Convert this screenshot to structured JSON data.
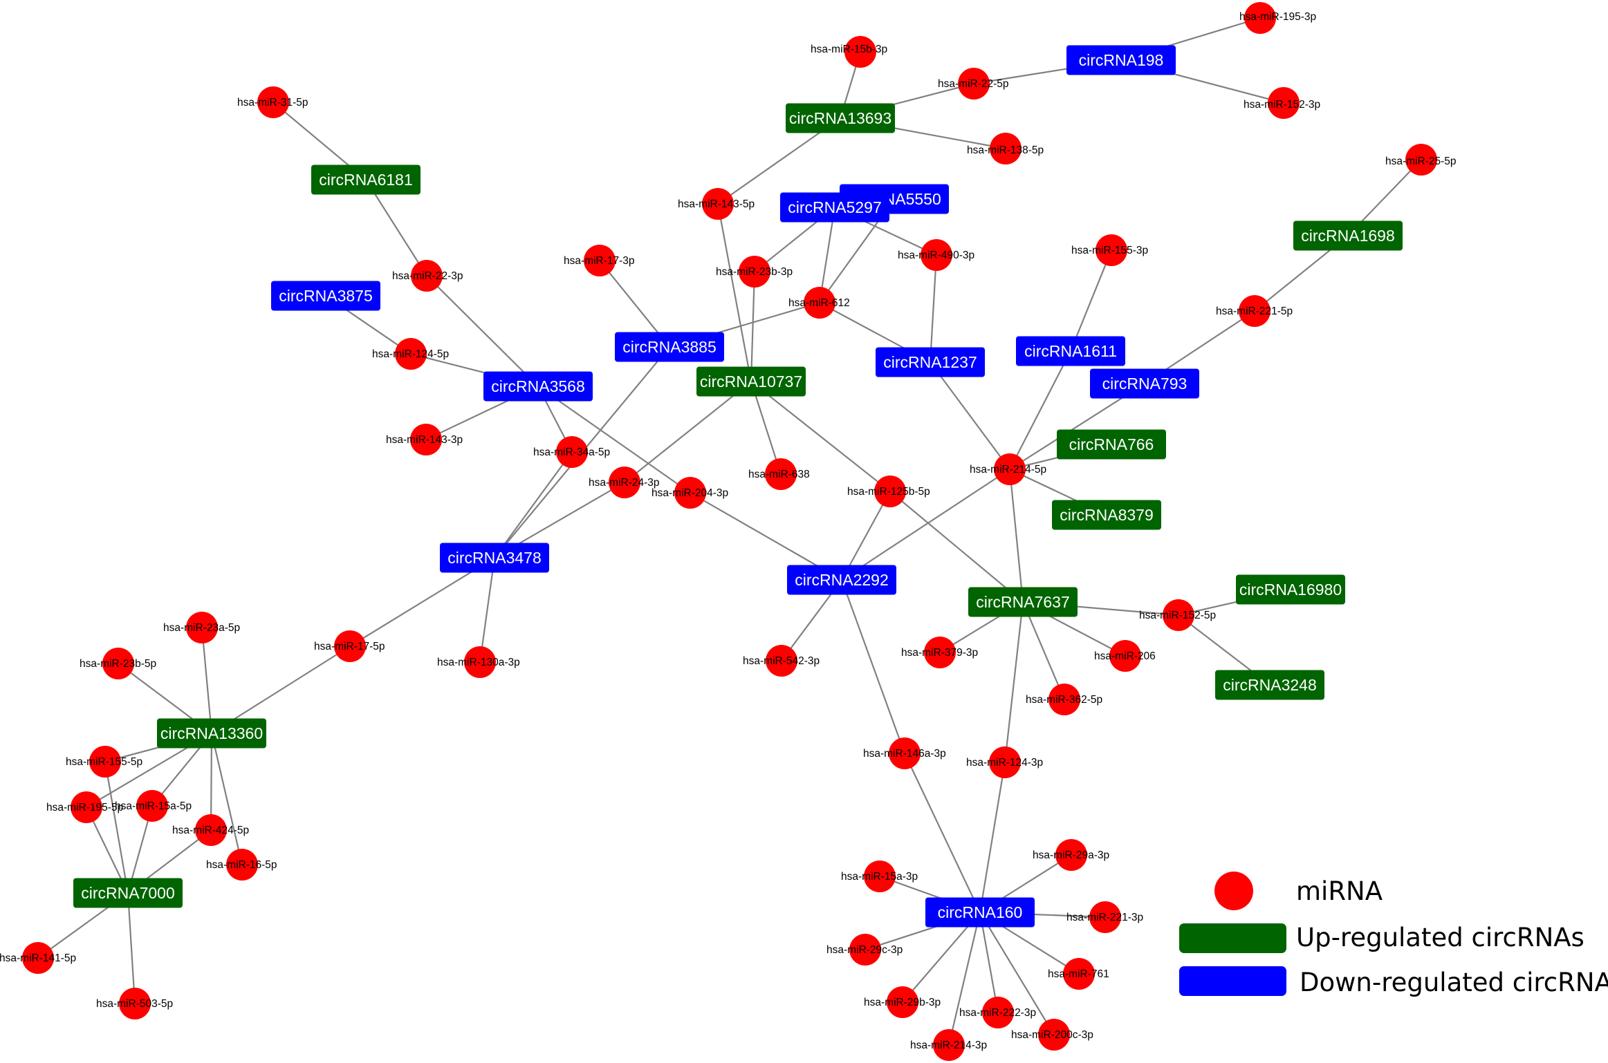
{
  "colors": {
    "mirna": "#ff0000",
    "up_regulated": "#006400",
    "down_regulated": "#0000ff",
    "edge": "#808080"
  },
  "legend": {
    "mirna": "miRNA",
    "up": "Up-regulated circRNAs",
    "down": "Down-regulated circRNAs"
  },
  "circrnas": [
    {
      "id": "c5550",
      "label": "circRNA5550",
      "reg": "down"
    },
    {
      "id": "c5297",
      "label": "circRNA5297",
      "reg": "down"
    },
    {
      "id": "c13693",
      "label": "circRNA13693",
      "reg": "up"
    },
    {
      "id": "c198",
      "label": "circRNA198",
      "reg": "down"
    },
    {
      "id": "c6181",
      "label": "circRNA6181",
      "reg": "up"
    },
    {
      "id": "c1698",
      "label": "circRNA1698",
      "reg": "up"
    },
    {
      "id": "c3875",
      "label": "circRNA3875",
      "reg": "down"
    },
    {
      "id": "c3885",
      "label": "circRNA3885",
      "reg": "down"
    },
    {
      "id": "c1611",
      "label": "circRNA1611",
      "reg": "down"
    },
    {
      "id": "c1237",
      "label": "circRNA1237",
      "reg": "down"
    },
    {
      "id": "c10737",
      "label": "circRNA10737",
      "reg": "up"
    },
    {
      "id": "c793",
      "label": "circRNA793",
      "reg": "down"
    },
    {
      "id": "c3568",
      "label": "circRNA3568",
      "reg": "down"
    },
    {
      "id": "c766",
      "label": "circRNA766",
      "reg": "up"
    },
    {
      "id": "c8379",
      "label": "circRNA8379",
      "reg": "up"
    },
    {
      "id": "c3478",
      "label": "circRNA3478",
      "reg": "down"
    },
    {
      "id": "c2292",
      "label": "circRNA2292",
      "reg": "down"
    },
    {
      "id": "c7637",
      "label": "circRNA7637",
      "reg": "up"
    },
    {
      "id": "c16980",
      "label": "circRNA16980",
      "reg": "up"
    },
    {
      "id": "c3248",
      "label": "circRNA3248",
      "reg": "up"
    },
    {
      "id": "c13360",
      "label": "circRNA13360",
      "reg": "up"
    },
    {
      "id": "c7000",
      "label": "circRNA7000",
      "reg": "up"
    },
    {
      "id": "c160",
      "label": "circRNA160",
      "reg": "down"
    }
  ],
  "mirnas": [
    {
      "id": "m195_3p",
      "label": "hsa-miR-195-3p"
    },
    {
      "id": "m15b_3p",
      "label": "hsa-miR-15b-3p"
    },
    {
      "id": "m22_5p",
      "label": "hsa-miR-22-5p"
    },
    {
      "id": "m152_3p",
      "label": "hsa-miR-152-3p"
    },
    {
      "id": "m31_5p",
      "label": "hsa-miR-31-5p"
    },
    {
      "id": "m138_5p",
      "label": "hsa-miR-138-5p"
    },
    {
      "id": "m25_5p",
      "label": "hsa-miR-25-5p"
    },
    {
      "id": "m143_5p",
      "label": "hsa-miR-143-5p"
    },
    {
      "id": "m490_3p",
      "label": "hsa-miR-490-3p"
    },
    {
      "id": "m155_3p",
      "label": "hsa-miR-155-3p"
    },
    {
      "id": "m17_3p",
      "label": "hsa-miR-17-3p"
    },
    {
      "id": "m23b_3p",
      "label": "hsa-miR-23b-3p"
    },
    {
      "id": "m22_3p",
      "label": "hsa-miR-22-3p"
    },
    {
      "id": "m612",
      "label": "hsa-miR-612"
    },
    {
      "id": "m221_5p",
      "label": "hsa-miR-221-5p"
    },
    {
      "id": "m124_5p",
      "label": "hsa-miR-124-5p"
    },
    {
      "id": "m143_3p",
      "label": "hsa-miR-143-3p"
    },
    {
      "id": "m34a_5p",
      "label": "hsa-miR-34a-5p"
    },
    {
      "id": "m214_5p",
      "label": "hsa-miR-214-5p"
    },
    {
      "id": "m638",
      "label": "hsa-miR-638"
    },
    {
      "id": "m24_3p",
      "label": "hsa-miR-24-3p"
    },
    {
      "id": "m204_3p",
      "label": "hsa-miR-204-3p"
    },
    {
      "id": "m125b_5p",
      "label": "hsa-miR-125b-5p"
    },
    {
      "id": "m152_5p",
      "label": "hsa-miR-152-5p"
    },
    {
      "id": "m23a_5p",
      "label": "hsa-miR-23a-5p"
    },
    {
      "id": "m17_5p",
      "label": "hsa-miR-17-5p"
    },
    {
      "id": "m23b_5p",
      "label": "hsa-miR-23b-5p"
    },
    {
      "id": "m130a_3p",
      "label": "hsa-miR-130a-3p"
    },
    {
      "id": "m542_3p",
      "label": "hsa-miR-542-3p"
    },
    {
      "id": "m379_3p",
      "label": "hsa-miR-379-3p"
    },
    {
      "id": "m206",
      "label": "hsa-miR-206"
    },
    {
      "id": "m362_5p",
      "label": "hsa-miR-362-5p"
    },
    {
      "id": "m146a_3p",
      "label": "hsa-miR-146a-3p"
    },
    {
      "id": "m124_3p",
      "label": "hsa-miR-124-3p"
    },
    {
      "id": "m155_5p",
      "label": "hsa-miR-155-5p"
    },
    {
      "id": "m195_5p",
      "label": "hsa-miR-195-5p"
    },
    {
      "id": "m15a_5p",
      "label": "hsa-miR-15a-5p"
    },
    {
      "id": "m424_5p",
      "label": "hsa-miR-424-5p"
    },
    {
      "id": "m16_5p",
      "label": "hsa-miR-16-5p"
    },
    {
      "id": "m29a_3p",
      "label": "hsa-miR-29a-3p"
    },
    {
      "id": "m15a_3p",
      "label": "hsa-miR-15a-3p"
    },
    {
      "id": "m221_3p",
      "label": "hsa-miR-221-3p"
    },
    {
      "id": "m29c_3p",
      "label": "hsa-miR-29c-3p"
    },
    {
      "id": "m761",
      "label": "hsa-miR-761"
    },
    {
      "id": "m141_5p",
      "label": "hsa-miR-141-5p"
    },
    {
      "id": "m29b_3p",
      "label": "hsa-miR-29b-3p"
    },
    {
      "id": "m222_3p",
      "label": "hsa-miR-222-3p"
    },
    {
      "id": "m200c_3p",
      "label": "hsa-miR-200c-3p"
    },
    {
      "id": "m503_5p",
      "label": "hsa-miR-503-5p"
    },
    {
      "id": "m214_3p",
      "label": "hsa-miR-214-3p"
    }
  ],
  "edges": [
    [
      "c198",
      "m195_3p"
    ],
    [
      "c198",
      "m22_5p"
    ],
    [
      "c198",
      "m152_3p"
    ],
    [
      "c13693",
      "m22_5p"
    ],
    [
      "c13693",
      "m15b_3p"
    ],
    [
      "c13693",
      "m138_5p"
    ],
    [
      "c13693",
      "m143_5p"
    ],
    [
      "c6181",
      "m31_5p"
    ],
    [
      "c6181",
      "m22_3p"
    ],
    [
      "c1698",
      "m25_5p"
    ],
    [
      "c1698",
      "m221_5p"
    ],
    [
      "c3875",
      "m124_5p"
    ],
    [
      "c3568",
      "m22_3p"
    ],
    [
      "c3568",
      "m124_5p"
    ],
    [
      "c3568",
      "m143_3p"
    ],
    [
      "c3568",
      "m34a_5p"
    ],
    [
      "c3568",
      "m204_3p"
    ],
    [
      "c3885",
      "m17_3p"
    ],
    [
      "c3885",
      "m612"
    ],
    [
      "c3885",
      "m3478_link"
    ],
    [
      "c5297",
      "m23b_3p"
    ],
    [
      "c5297",
      "m612"
    ],
    [
      "c5297",
      "m490_3p"
    ],
    [
      "c5550",
      "m612"
    ],
    [
      "c10737",
      "m143_5p"
    ],
    [
      "c10737",
      "m23b_3p"
    ],
    [
      "c10737",
      "m638"
    ],
    [
      "c10737",
      "m24_3p"
    ],
    [
      "c10737",
      "m125b_5p"
    ],
    [
      "c1237",
      "m612"
    ],
    [
      "c1237",
      "m490_3p"
    ],
    [
      "c1237",
      "m214_5p"
    ],
    [
      "c1611",
      "m155_3p"
    ],
    [
      "c1611",
      "m214_5p"
    ],
    [
      "c793",
      "m221_5p"
    ],
    [
      "c793",
      "m214_5p"
    ],
    [
      "c766",
      "m214_5p"
    ],
    [
      "c8379",
      "m214_5p"
    ],
    [
      "c3478",
      "m34a_5p"
    ],
    [
      "c3478",
      "m24_3p"
    ],
    [
      "c3478",
      "m17_5p"
    ],
    [
      "c3478",
      "m130a_3p"
    ],
    [
      "c2292",
      "m204_3p"
    ],
    [
      "c2292",
      "m125b_5p"
    ],
    [
      "c2292",
      "m214_5p"
    ],
    [
      "c2292",
      "m542_3p"
    ],
    [
      "c2292",
      "m146a_3p"
    ],
    [
      "c7637",
      "m125b_5p"
    ],
    [
      "c7637",
      "m214_5p"
    ],
    [
      "c7637",
      "m152_5p"
    ],
    [
      "c7637",
      "m379_3p"
    ],
    [
      "c7637",
      "m206"
    ],
    [
      "c7637",
      "m362_5p"
    ],
    [
      "c7637",
      "m124_3p"
    ],
    [
      "c16980",
      "m152_5p"
    ],
    [
      "c3248",
      "m152_5p"
    ],
    [
      "c13360",
      "m17_5p"
    ],
    [
      "c13360",
      "m23a_5p"
    ],
    [
      "c13360",
      "m23b_5p"
    ],
    [
      "c13360",
      "m155_5p"
    ],
    [
      "c13360",
      "m195_5p"
    ],
    [
      "c13360",
      "m15a_5p"
    ],
    [
      "c13360",
      "m424_5p"
    ],
    [
      "c13360",
      "m16_5p"
    ],
    [
      "c7000",
      "m155_5p"
    ],
    [
      "c7000",
      "m195_5p"
    ],
    [
      "c7000",
      "m15a_5p"
    ],
    [
      "c7000",
      "m424_5p"
    ],
    [
      "c7000",
      "m141_5p"
    ],
    [
      "c7000",
      "m503_5p"
    ],
    [
      "c160",
      "m146a_3p"
    ],
    [
      "c160",
      "m124_3p"
    ],
    [
      "c160",
      "m29a_3p"
    ],
    [
      "c160",
      "m15a_3p"
    ],
    [
      "c160",
      "m221_3p"
    ],
    [
      "c160",
      "m29c_3p"
    ],
    [
      "c160",
      "m761"
    ],
    [
      "c160",
      "m29b_3p"
    ],
    [
      "c160",
      "m222_3p"
    ],
    [
      "c160",
      "m200c_3p"
    ],
    [
      "c160",
      "m214_3p"
    ]
  ]
}
